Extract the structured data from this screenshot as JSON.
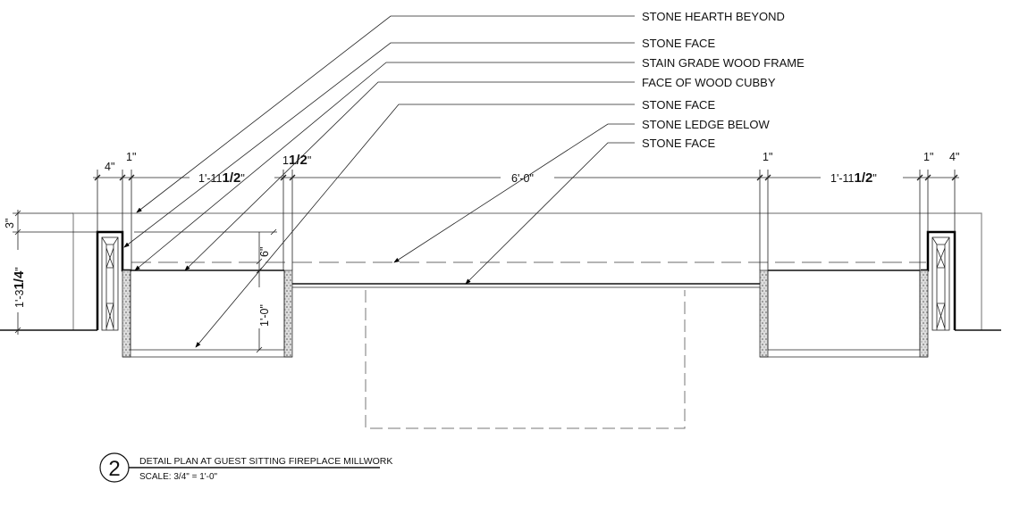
{
  "callouts": [
    "STONE HEARTH BEYOND",
    "STONE FACE",
    "STAIN GRADE WOOD FRAME",
    "FACE OF WOOD CUBBY",
    "STONE FACE",
    "STONE LEDGE BELOW",
    "STONE FACE"
  ],
  "dimensions": {
    "left_pier": "4\"",
    "left_gap": "1\"",
    "left_cubby": "1'-11",
    "left_cubby_frac": "1/2",
    "left_face": "1",
    "left_face_frac": "1/2",
    "opening": "6'-0\"",
    "right_gap": "1\"",
    "right_cubby": "1'-11",
    "right_cubby_frac": "1/2",
    "right_gap2": "1\"",
    "right_pier": "4\"",
    "hearth_depth": "3\"",
    "pier_depth": "1'-3",
    "pier_depth_frac": "1/4",
    "ledge_depth": "6\"",
    "cubby_depth": "1'-0\""
  },
  "title_block": {
    "number": "2",
    "title": "DETAIL PLAN AT GUEST SITTING FIREPLACE MILLWORK",
    "scale": "SCALE: 3/4\" = 1'-0\""
  }
}
